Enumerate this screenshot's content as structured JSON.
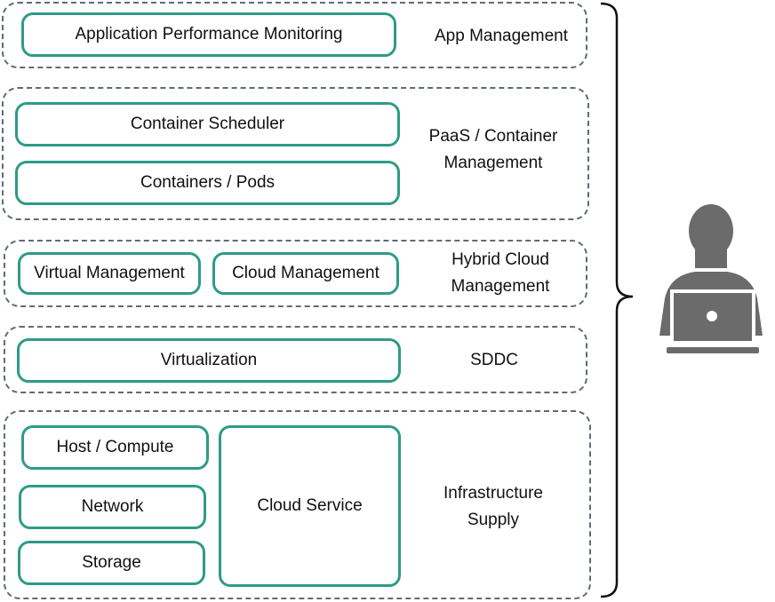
{
  "layers": {
    "app": {
      "label": "App Management",
      "boxes": {
        "apm": "Application Performance Monitoring"
      }
    },
    "paas": {
      "label": "PaaS / Container Management",
      "boxes": {
        "scheduler": "Container Scheduler",
        "pods": "Containers / Pods"
      }
    },
    "hybrid": {
      "label": "Hybrid Cloud Management",
      "boxes": {
        "virtual": "Virtual Management",
        "cloud": "Cloud Management"
      }
    },
    "sddc": {
      "label": "SDDC",
      "boxes": {
        "virtualization": "Virtualization"
      }
    },
    "infra": {
      "label": "Infrastructure Supply",
      "boxes": {
        "host": "Host / Compute",
        "network": "Network",
        "storage": "Storage",
        "cloud_service": "Cloud Service"
      }
    }
  },
  "colors": {
    "box_border": "#2e9b86",
    "layer_border": "#5f6b78",
    "person": "#6b6b6b"
  },
  "icons": {
    "user": "user-with-laptop-icon",
    "brace": "right-curly-brace"
  }
}
